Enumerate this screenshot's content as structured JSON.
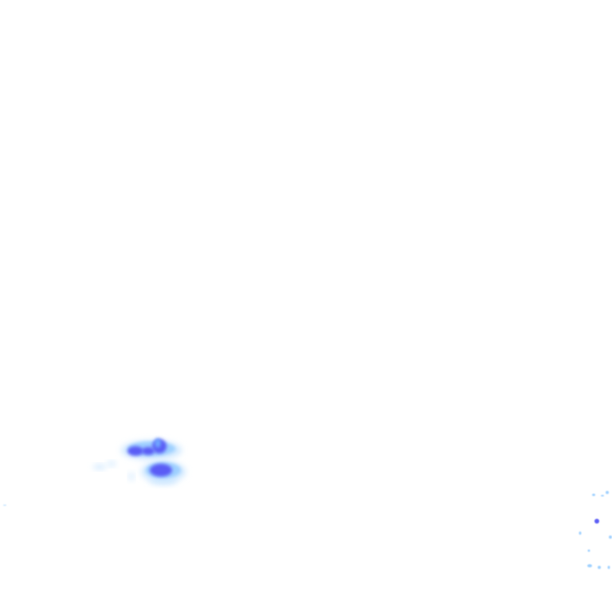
{
  "map": {
    "type": "precipitation-radar-tile",
    "background": "#ffffff",
    "intensity_colors": {
      "light": "#cfe8ff",
      "light_medium": "#9fd0ff",
      "medium": "#6fa8ff",
      "heavy": "#5a5cf5"
    },
    "features": [
      {
        "name": "precip-cell-west",
        "intensity": "heavy"
      },
      {
        "name": "precip-speckles-east",
        "intensity": "light_medium"
      }
    ]
  }
}
